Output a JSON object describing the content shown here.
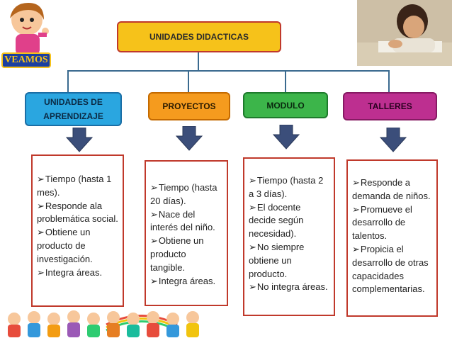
{
  "badge": {
    "text": "VEAMOS"
  },
  "diagram": {
    "root": {
      "label": "UNIDADES DIDACTICAS"
    },
    "branches": [
      {
        "label": "UNIDADES DE APRENDIZAJE",
        "items": [
          "Tiempo (hasta 1 mes).",
          "Responde ala problemática social.",
          "Obtiene un producto de investigación.",
          "Integra áreas."
        ]
      },
      {
        "label": "PROYECTOS",
        "items": [
          "Tiempo (hasta 20 días).",
          "Nace del interés del niño.",
          "Obtiene un producto tangible.",
          "Integra áreas."
        ]
      },
      {
        "label": "MODULO",
        "items": [
          "Tiempo (hasta 2 a 3 días).",
          "El docente decide según necesidad).",
          "No siempre obtiene un producto.",
          "No integra áreas."
        ]
      },
      {
        "label": "TALLERES",
        "items": [
          "Responde a demanda de niños.",
          "Promueve  el desarrollo de talentos.",
          "Propicia el desarrollo de otras capacidades complementarias."
        ]
      }
    ]
  },
  "colors": {
    "root": "#f6c21a",
    "blue": "#2aa6e0",
    "orange": "#f59b1e",
    "green": "#3cb54a",
    "purple": "#bd2f90",
    "arrow": "#3b4e7a"
  }
}
